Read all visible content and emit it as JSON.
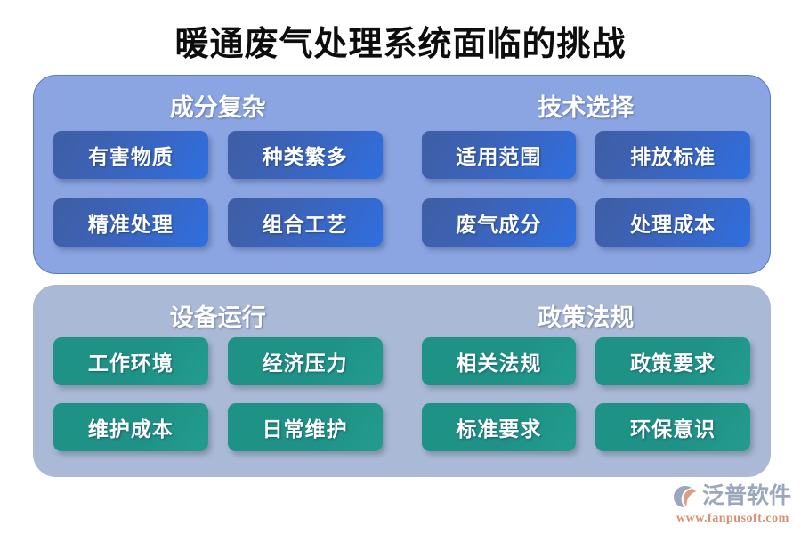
{
  "page": {
    "title": "暖通废气处理系统面临的挑战",
    "background": "#ffffff"
  },
  "colors": {
    "title_text": "#0d0d0d",
    "panel_top_bg": "#8aa5e2",
    "panel_top_border": "#5878c8",
    "panel_bottom_bg": "#a9b9d6",
    "chip_blue_from": "#3f5da3",
    "chip_blue_to": "#2f6fe0",
    "chip_teal": "#1f9287",
    "chip_text": "#ffffff",
    "brand_name_text": "#9aa7bd",
    "brand_url_text": "#d88f73"
  },
  "panels": [
    {
      "id": "panel-top",
      "style": "blue",
      "sections": [
        {
          "id": "section-composition",
          "title": "成分复杂",
          "chips": [
            "有害物质",
            "种类繁多",
            "精准处理",
            "组合工艺"
          ]
        },
        {
          "id": "section-technology",
          "title": "技术选择",
          "chips": [
            "适用范围",
            "排放标准",
            "废气成分",
            "处理成本"
          ]
        }
      ]
    },
    {
      "id": "panel-bottom",
      "style": "teal",
      "sections": [
        {
          "id": "section-equipment",
          "title": "设备运行",
          "chips": [
            "工作环境",
            "经济压力",
            "维护成本",
            "日常维护"
          ]
        },
        {
          "id": "section-policy",
          "title": "政策法规",
          "chips": [
            "相关法规",
            "政策要求",
            "标准要求",
            "环保意识"
          ]
        }
      ]
    }
  ],
  "brand": {
    "name": "泛普软件",
    "url": "www.fanpusoft.com",
    "mark": "fanpu-logo-icon"
  }
}
